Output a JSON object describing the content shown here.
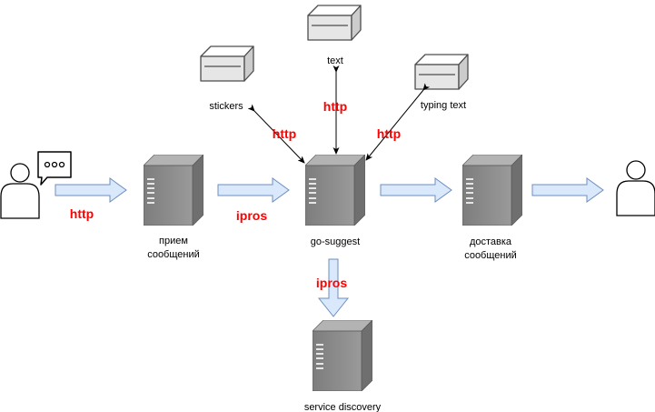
{
  "colors": {
    "protocol_label": "#ff0000",
    "flow_arrow_fill": "#dae8fc",
    "flow_arrow_stroke": "#6c8ebf",
    "server_front": "#8a8a8a",
    "server_side": "#6f6f6f",
    "server_top": "#b3b3b3"
  },
  "nodes": {
    "sender": {
      "icon": "user-icon"
    },
    "message_bubble": {
      "icon": "chat-bubble-icon",
      "glyph": "ooo"
    },
    "receive": {
      "icon": "server-icon",
      "label_line1": "прием",
      "label_line2": "сообщений"
    },
    "go_suggest": {
      "icon": "server-icon",
      "label": "go-suggest"
    },
    "delivery": {
      "icon": "server-icon",
      "label_line1": "доставка",
      "label_line2": "сообщений"
    },
    "recipient": {
      "icon": "user-icon"
    },
    "service_discovery": {
      "icon": "server-icon",
      "label": "service discovery"
    },
    "stickers": {
      "icon": "storage-box-icon",
      "label": "stickers"
    },
    "text": {
      "icon": "storage-box-icon",
      "label": "text"
    },
    "typing_text": {
      "icon": "storage-box-icon",
      "label": "typing text"
    }
  },
  "edges": {
    "sender_to_receive": "http",
    "receive_to_suggest": "ipros",
    "suggest_stickers": "http",
    "suggest_text": "http",
    "suggest_typing": "http",
    "suggest_to_discovery": "ipros"
  }
}
